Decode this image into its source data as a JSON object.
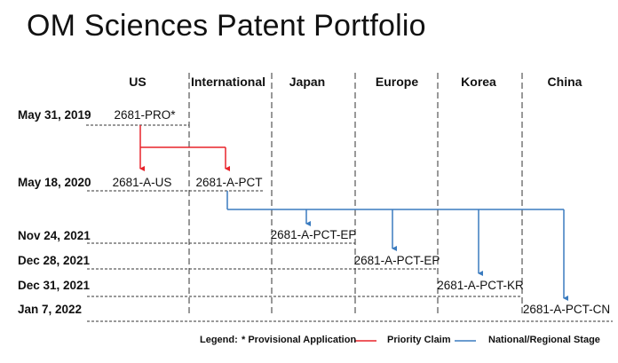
{
  "title": "OM Sciences Patent Portfolio",
  "columns": [
    "US",
    "International",
    "Japan",
    "Europe",
    "Korea",
    "China"
  ],
  "dates": [
    "May 31, 2019",
    "May 18, 2020",
    "Nov 24, 2021",
    "Dec 28, 2021",
    "Dec 31, 2021",
    "Jan 7, 2022"
  ],
  "patents": {
    "pro": "2681-PRO*",
    "us": "2681-A-US",
    "pct": "2681-A-PCT",
    "jp": "2681-A-PCT-EP",
    "ep": "2681-A-PCT-EP",
    "kr": "2681-A-PCT-KR",
    "cn": "2681-A-PCT-CN"
  },
  "legend": {
    "label": "Legend:",
    "provisional": "* Provisional Application",
    "priority": "Priority Claim",
    "national": "National/Regional Stage"
  },
  "colors": {
    "priority": "#e8232a",
    "national": "#3a7bbf"
  }
}
